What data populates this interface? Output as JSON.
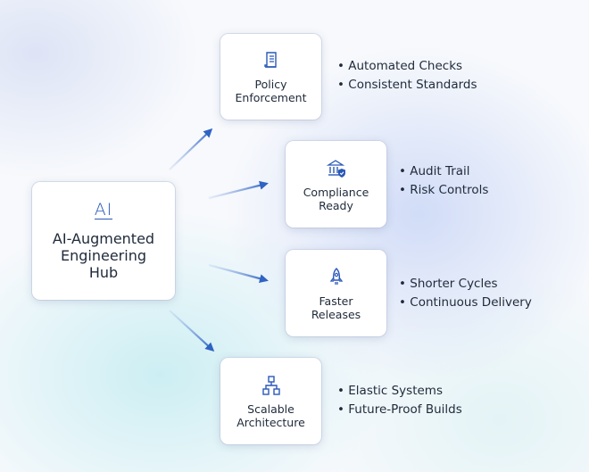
{
  "hub": {
    "label": "AI-Augmented\nEngineering\nHub",
    "icon_text": "AI"
  },
  "nodes": [
    {
      "label": "Policy\nEnforcement",
      "icon": "document-icon",
      "bullets": [
        "Automated Checks",
        "Consistent Standards"
      ]
    },
    {
      "label": "Compliance\nReady",
      "icon": "bank-shield-icon",
      "bullets": [
        "Audit Trail",
        "Risk Controls"
      ]
    },
    {
      "label": "Faster\nReleases",
      "icon": "rocket-icon",
      "bullets": [
        "Shorter Cycles",
        "Continuous Delivery"
      ]
    },
    {
      "label": "Scalable\nArchitecture",
      "icon": "hierarchy-icon",
      "bullets": [
        "Elastic Systems",
        "Future-Proof Builds"
      ]
    }
  ],
  "colors": {
    "accent": "#2a58b8",
    "arrow": "#2f63c4"
  }
}
